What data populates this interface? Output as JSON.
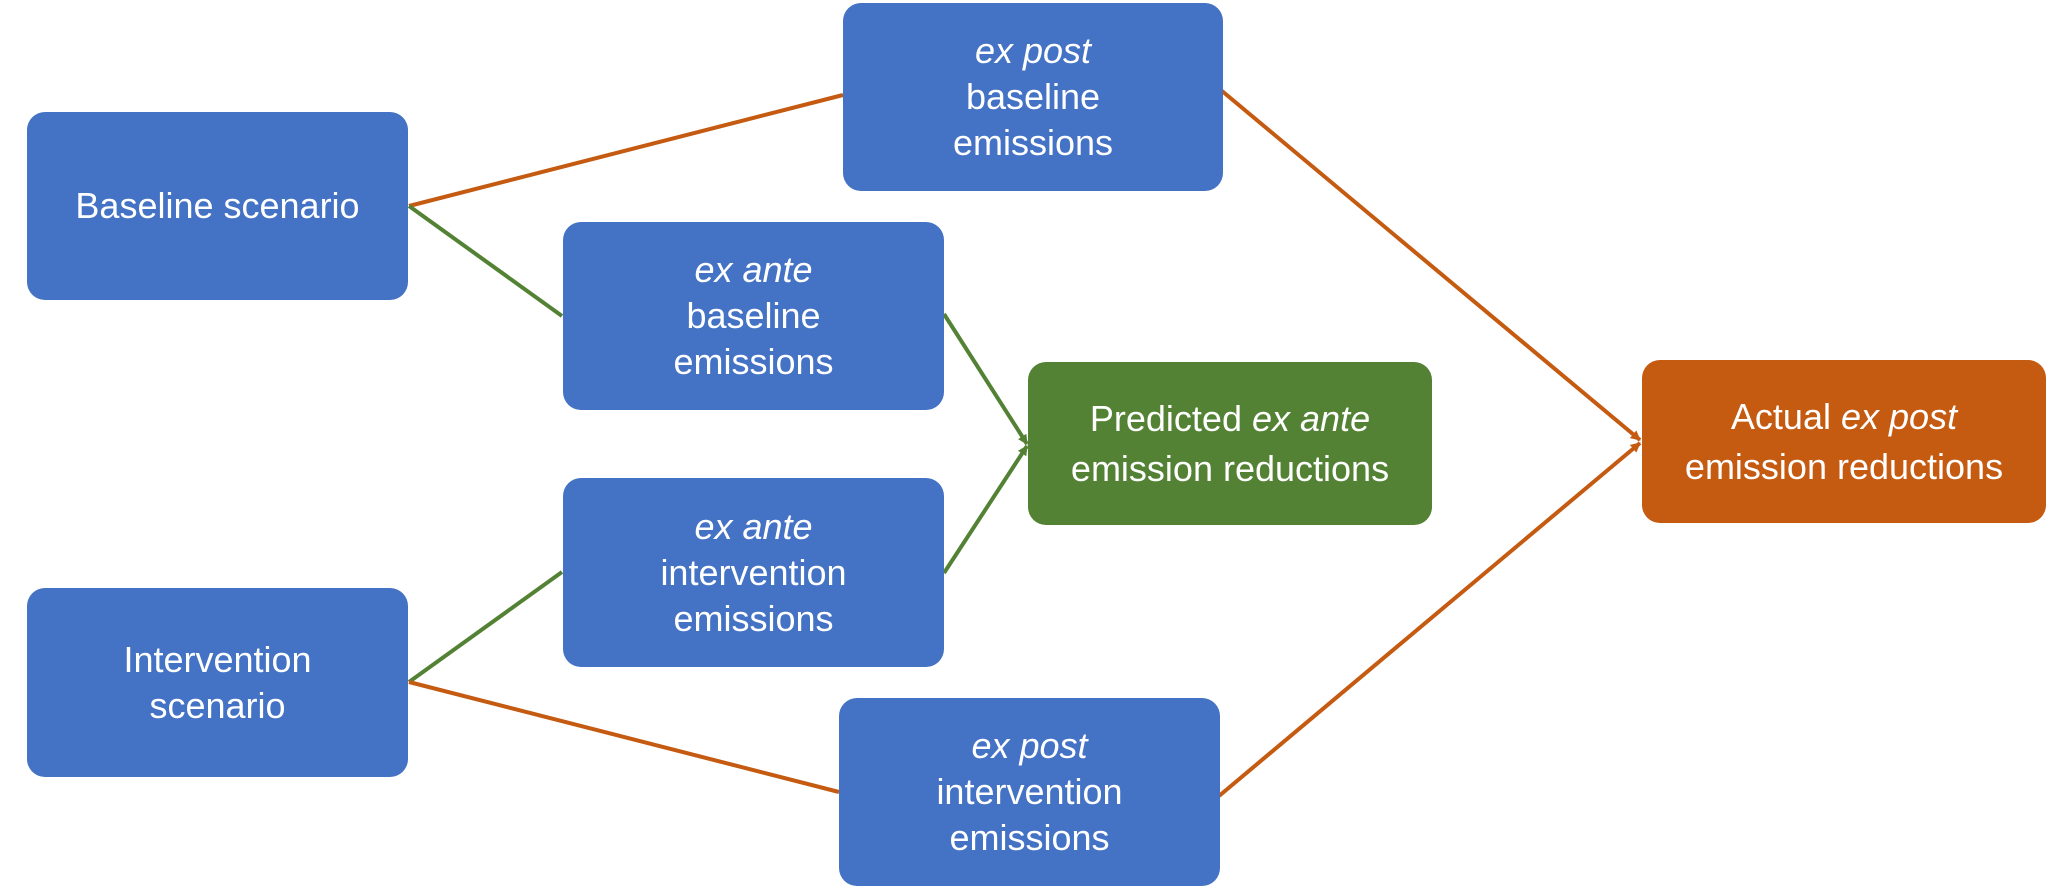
{
  "colors": {
    "box_blue": "#4472c4",
    "box_green": "#548235",
    "box_orange": "#c55a11",
    "line_green": "#548235",
    "line_orange": "#c55a11",
    "text": "#ffffff"
  },
  "nodes": {
    "baseline_scenario": {
      "line1": "Baseline scenario"
    },
    "intervention_scenario": {
      "line1": "Intervention",
      "line2": "scenario"
    },
    "ex_post_baseline": {
      "qualifier": "ex post",
      "line2": "baseline",
      "line3": "emissions"
    },
    "ex_ante_baseline": {
      "qualifier": "ex ante",
      "line2": "baseline",
      "line3": "emissions"
    },
    "ex_ante_intervention": {
      "qualifier": "ex ante",
      "line2": "intervention",
      "line3": "emissions"
    },
    "ex_post_intervention": {
      "qualifier": "ex post",
      "line2": "intervention",
      "line3": "emissions"
    },
    "predicted": {
      "prefix": "Predicted",
      "qualifier": "ex ante",
      "line2": "emission reductions"
    },
    "actual": {
      "prefix": "Actual",
      "qualifier": "ex post",
      "line2": "emission reductions"
    }
  },
  "edges": [
    {
      "from": "baseline_scenario",
      "to": "ex_post_baseline",
      "color": "orange",
      "arrow": false
    },
    {
      "from": "baseline_scenario",
      "to": "ex_ante_baseline",
      "color": "green",
      "arrow": false
    },
    {
      "from": "intervention_scenario",
      "to": "ex_ante_intervention",
      "color": "green",
      "arrow": false
    },
    {
      "from": "intervention_scenario",
      "to": "ex_post_intervention",
      "color": "orange",
      "arrow": false
    },
    {
      "from": "ex_ante_baseline",
      "to": "predicted",
      "color": "green",
      "arrow": true
    },
    {
      "from": "ex_ante_intervention",
      "to": "predicted",
      "color": "green",
      "arrow": true
    },
    {
      "from": "ex_post_baseline",
      "to": "actual",
      "color": "orange",
      "arrow": true
    },
    {
      "from": "ex_post_intervention",
      "to": "actual",
      "color": "orange",
      "arrow": true
    }
  ]
}
